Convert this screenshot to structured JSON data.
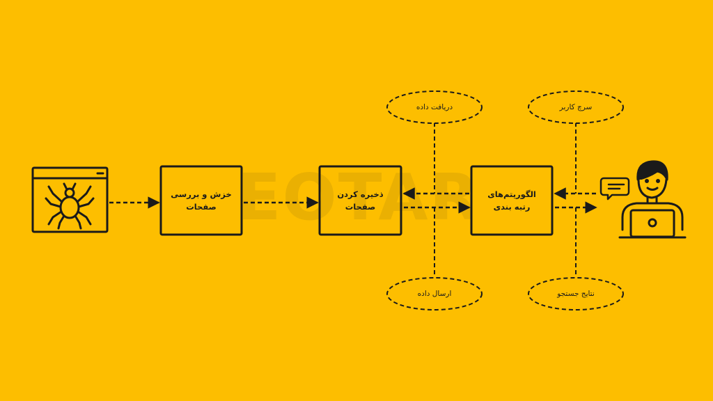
{
  "watermark": "NEOTARH",
  "boxes": {
    "crawl": {
      "line1": "خزش و بررسی",
      "line2": "صفحات"
    },
    "store": {
      "line1": "ذخیره کردن",
      "line2": "صفحات"
    },
    "rank": {
      "line1": "الگوریتم‌های",
      "line2": "رتبه بندی"
    }
  },
  "ellipses": {
    "receive": "دریافت داده",
    "send": "ارسال داده",
    "user_search": "سرچ کاربر",
    "results": "نتایج جستجو"
  },
  "icons": {
    "spider": "spider-icon",
    "user": "user-laptop-icon",
    "chat": "chat-bubble-icon"
  },
  "colors": {
    "background": "#FDBE00",
    "stroke": "#1a1a1a",
    "box_fill": "#FDBE00"
  }
}
